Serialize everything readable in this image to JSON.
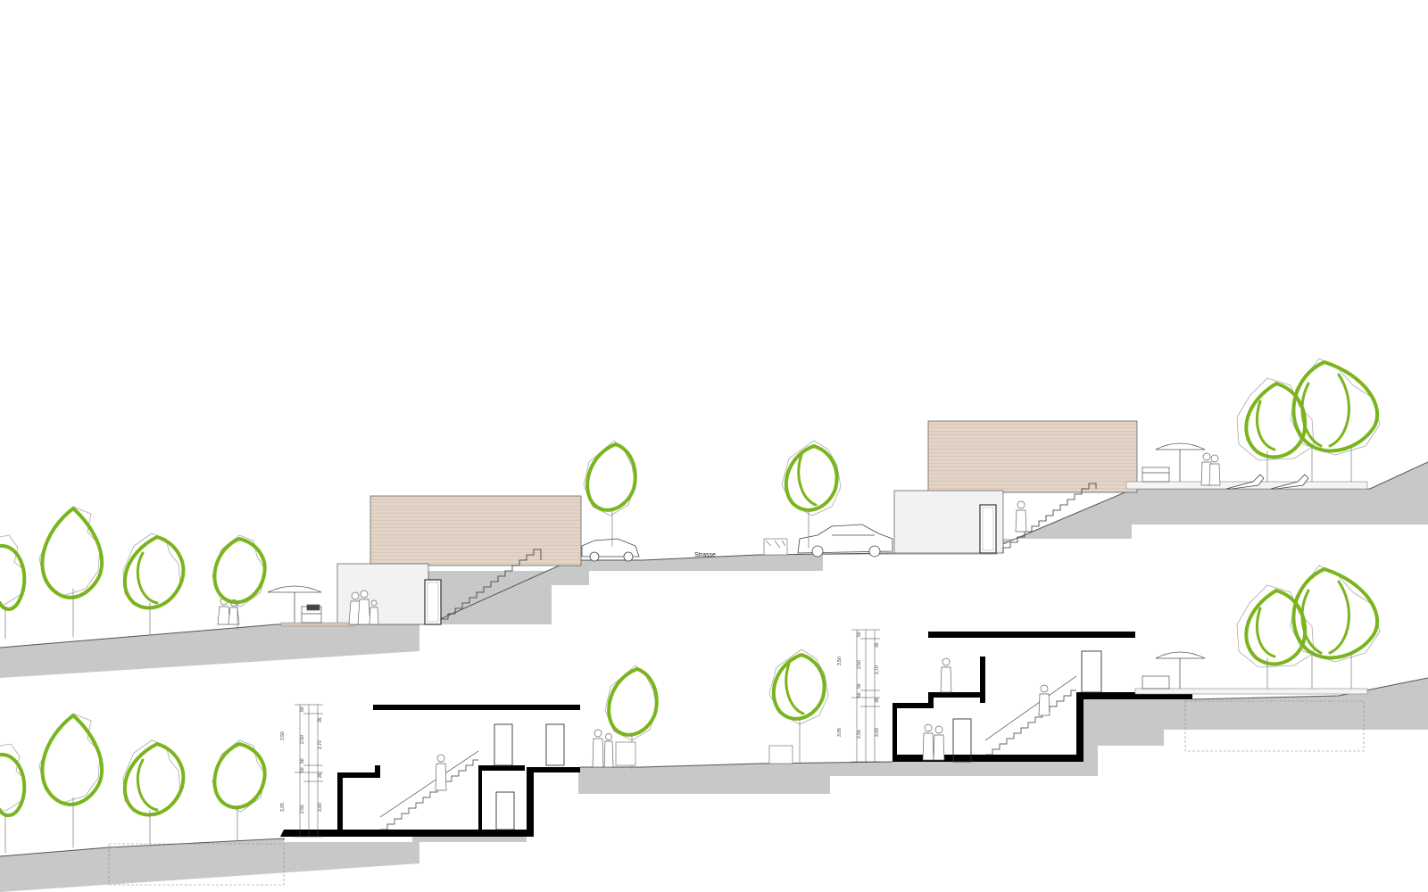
{
  "street_label": "Strasse",
  "dimensions": {
    "left": [
      "3,50",
      "50",
      "35",
      "2,50",
      "2,70",
      "50",
      "50",
      "35",
      "3,05",
      "2,55",
      "3,00"
    ],
    "right": [
      "3,50",
      "50",
      "35",
      "2,50",
      "2,70",
      "50",
      "50",
      "35",
      "3,05",
      "2,55",
      "3,00"
    ]
  },
  "colors": {
    "ground": "#c8c8c8",
    "foliage": "#7ab51d",
    "cladding": "#e3d4c7",
    "wall": "#f2f2f2",
    "section_cut": "#000000",
    "line": "#9a9a9a"
  },
  "icons": [
    "tree-icon",
    "car-icon",
    "person-icon",
    "umbrella-icon",
    "lounger-icon",
    "stair-icon",
    "door-icon"
  ]
}
